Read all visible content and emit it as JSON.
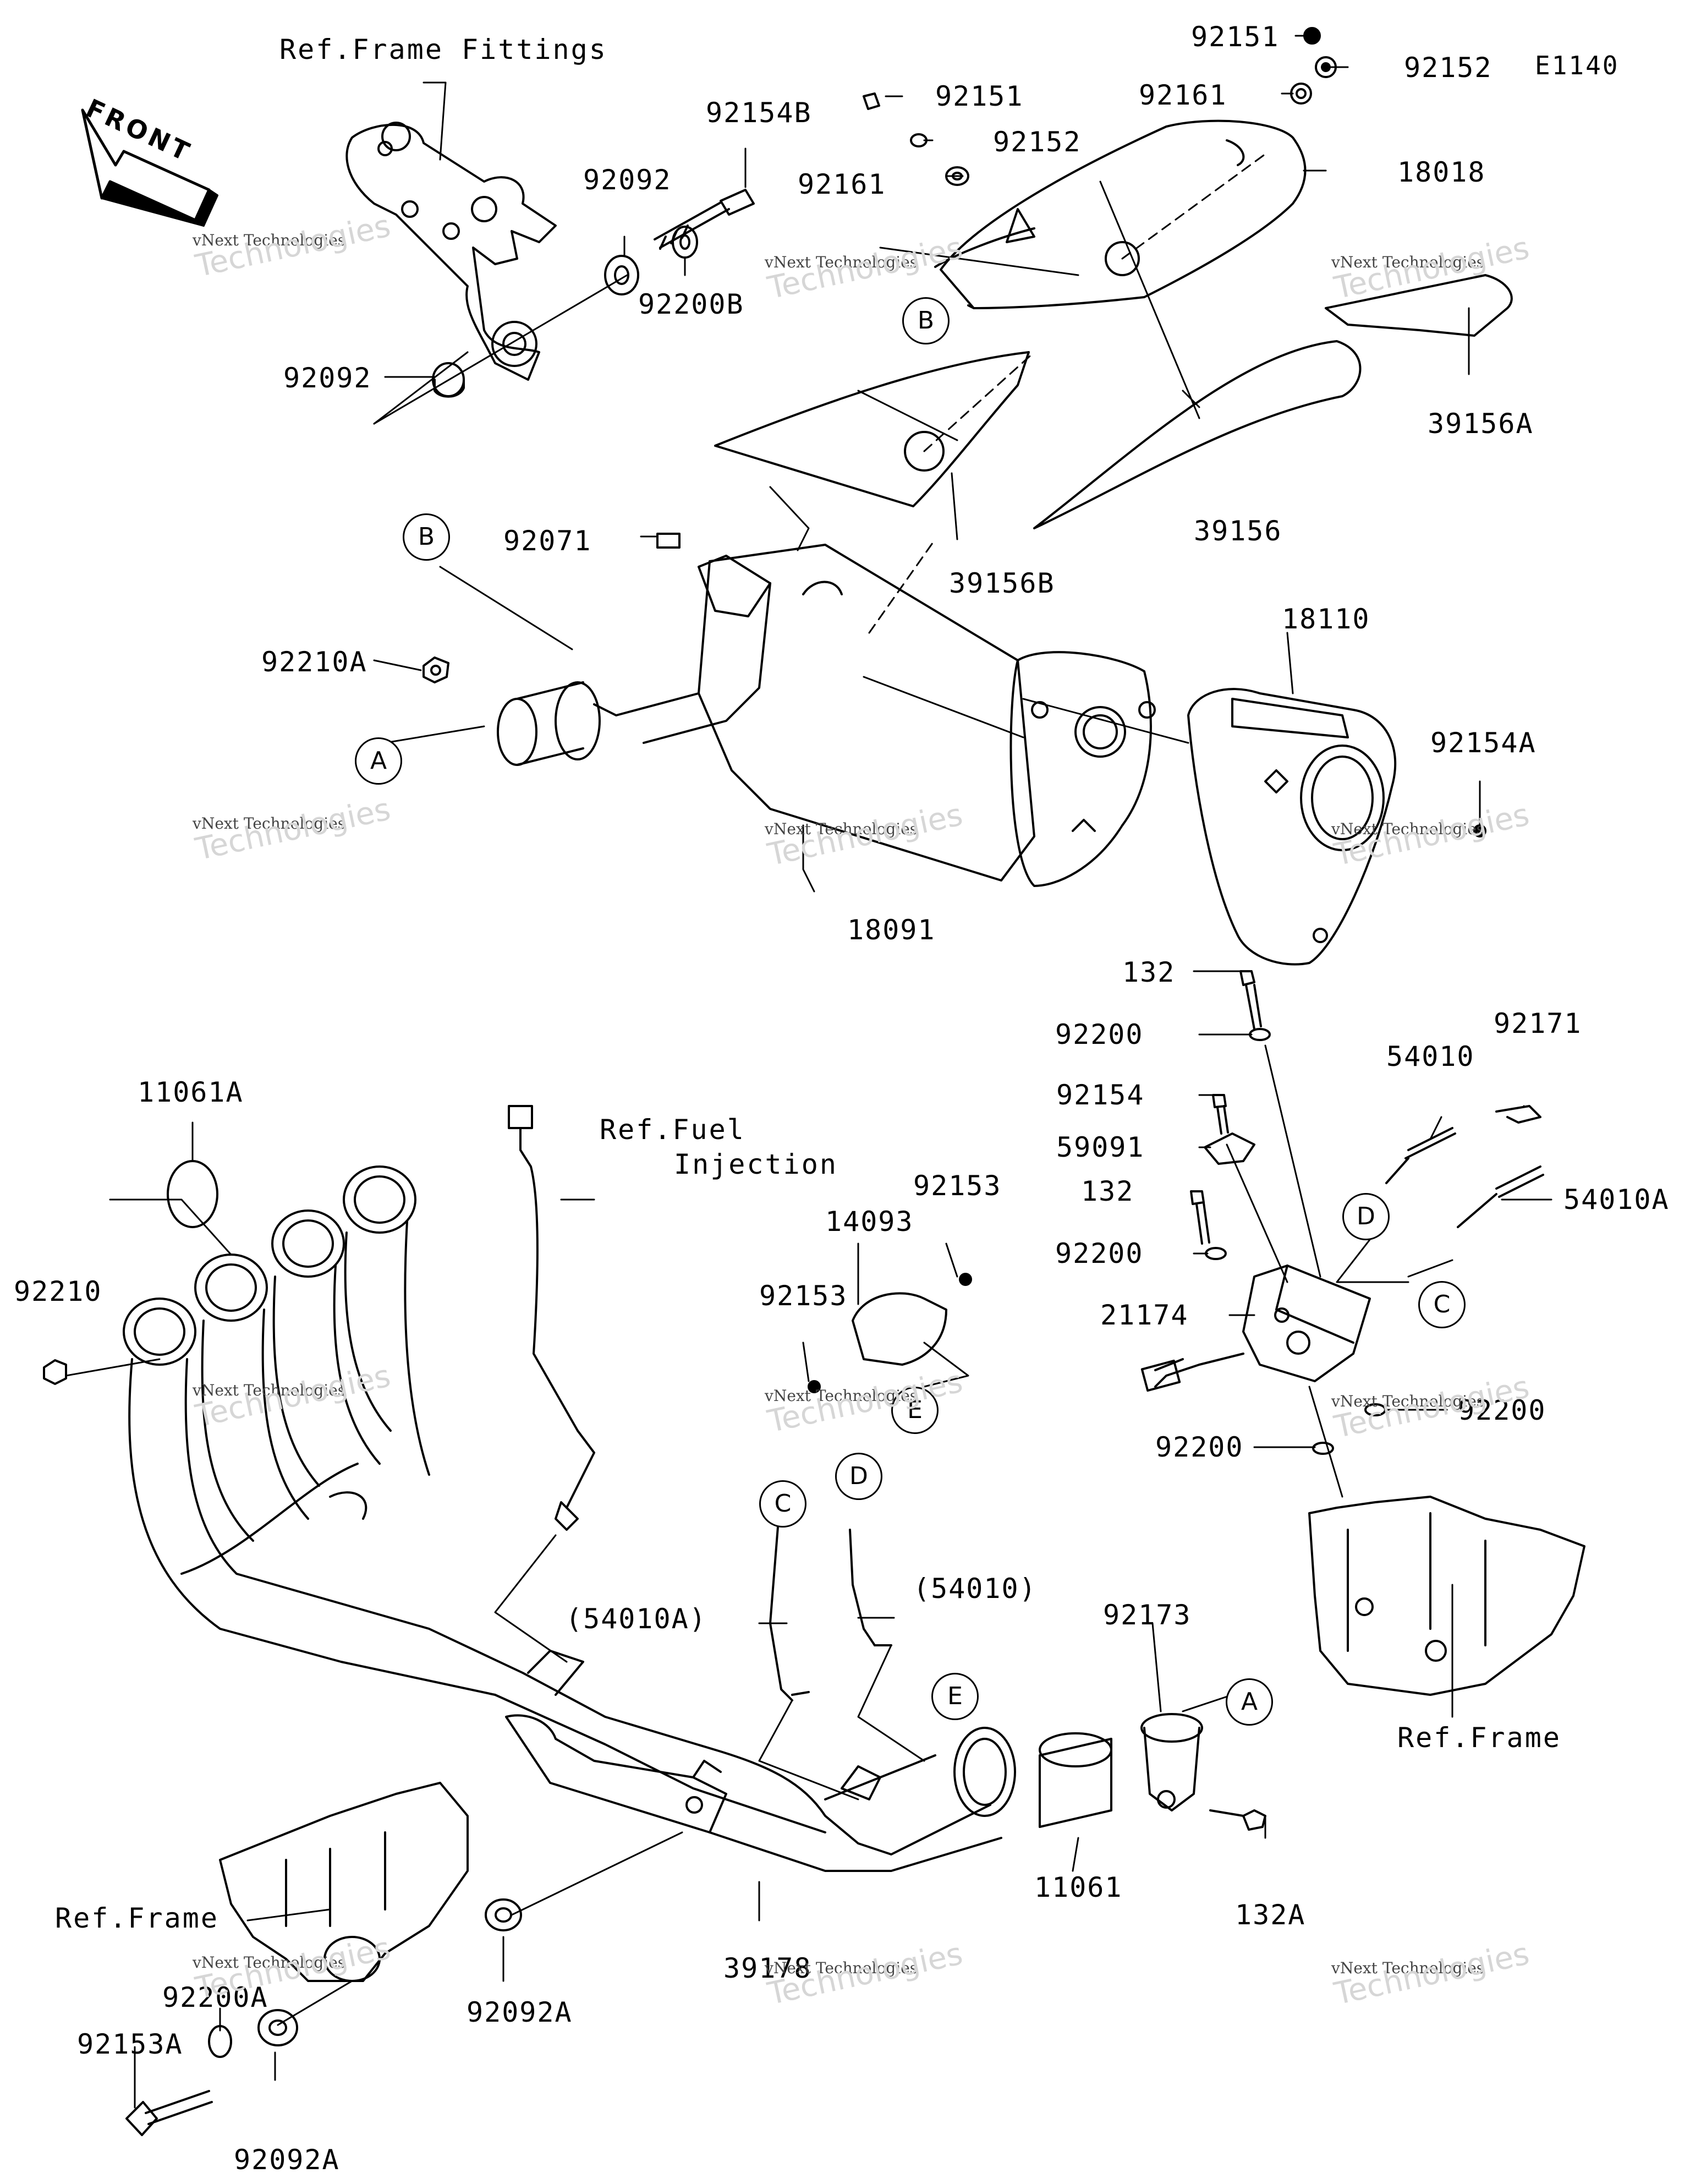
{
  "diagram_code": "E1140",
  "front_label": "FRONT",
  "references": {
    "frame_fittings": "Ref.Frame Fittings",
    "fuel_injection_1": "Ref.Fuel",
    "fuel_injection_2": "Injection",
    "frame_right": "Ref.Frame",
    "frame_left": "Ref.Frame"
  },
  "callouts": {
    "a": "A",
    "b": "B",
    "c": "C",
    "d": "D",
    "e": "E"
  },
  "watermark": {
    "small": "vNext Technologies",
    "big_1": "vNext",
    "big_2": "Technologies"
  },
  "parts": {
    "p92151_top": "92151",
    "p92152_top": "92152",
    "p92161_top": "92161",
    "p92151": "92151",
    "p92152": "92152",
    "p92161": "92161",
    "p92154B": "92154B",
    "p92092_top": "92092",
    "p92200B": "92200B",
    "p92092_left": "92092",
    "p18018": "18018",
    "p39156A": "39156A",
    "p39156": "39156",
    "p39156B": "39156B",
    "p92071": "92071",
    "p92210A": "92210A",
    "p18110": "18110",
    "p92154A": "92154A",
    "p18091": "18091",
    "p132_top": "132",
    "p92200_a": "92200",
    "p54010": "54010",
    "p92171": "92171",
    "p92154": "92154",
    "p59091": "59091",
    "p54010A": "54010A",
    "p132_mid": "132",
    "p92200_b": "92200",
    "p21174": "21174",
    "p92200_c": "92200",
    "p92200_d": "92200",
    "p11061A": "11061A",
    "p92210": "92210",
    "p92153_r": "92153",
    "p14093": "14093",
    "p92153_l": "92153",
    "p54010A_paren": "(54010A)",
    "p54010_paren": "(54010)",
    "p92173": "92173",
    "p11061": "11061",
    "p132A": "132A",
    "p39178": "39178",
    "p92092A_mid": "92092A",
    "p92200A": "92200A",
    "p92153A": "92153A",
    "p92092A_bot": "92092A"
  }
}
